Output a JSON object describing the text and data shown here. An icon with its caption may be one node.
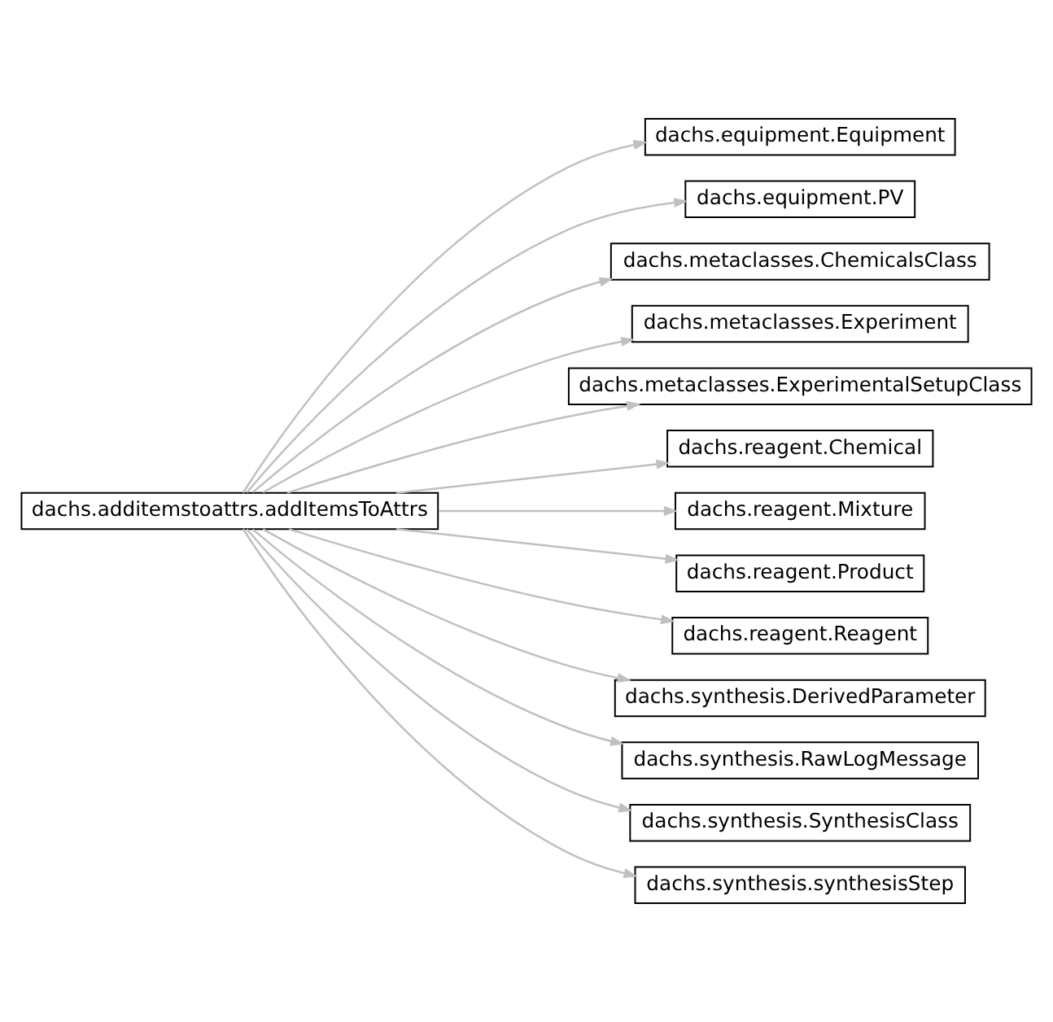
{
  "diagram": {
    "nodes": [
      {
        "text": [
          "dachs.additemstoattrs.addItemsToAttrs"
        ]
      },
      {
        "text": [
          "dachs.equipment.Equipment"
        ]
      },
      {
        "text": [
          "dachs.equipment.PV"
        ]
      },
      {
        "text": [
          "dachs.metaclasses.ChemicalsClass"
        ]
      },
      {
        "text": [
          "dachs.metaclasses.Experiment"
        ]
      },
      {
        "text": [
          "dachs.metaclasses.ExperimentalSetupClass"
        ]
      },
      {
        "text": [
          "dachs.reagent.Chemical"
        ]
      },
      {
        "text": [
          "dachs.reagent.Mixture"
        ]
      },
      {
        "text": [
          "dachs.reagent.Product"
        ]
      },
      {
        "text": [
          "dachs.reagent.Reagent"
        ]
      },
      {
        "text": [
          "dachs.synthesis.DerivedParameter"
        ]
      },
      {
        "text": [
          "dachs.synthesis.RawLogMessage"
        ]
      },
      {
        "text": [
          "dachs.synthesis.SynthesisClass"
        ]
      },
      {
        "text": [
          "dachs.synthesis.synthesisStep"
        ]
      }
    ],
    "edges": [
      {
        "from": 0,
        "to": 1,
        "arrow": "to"
      },
      {
        "from": 0,
        "to": 2,
        "arrow": "to"
      },
      {
        "from": 0,
        "to": 3,
        "arrow": "to"
      },
      {
        "from": 0,
        "to": 4,
        "arrow": "to"
      },
      {
        "from": 0,
        "to": 5,
        "arrow": "to"
      },
      {
        "from": 0,
        "to": 6,
        "arrow": "to"
      },
      {
        "from": 0,
        "to": 7,
        "arrow": "to"
      },
      {
        "from": 0,
        "to": 8,
        "arrow": "to"
      },
      {
        "from": 0,
        "to": 9,
        "arrow": "to"
      },
      {
        "from": 0,
        "to": 10,
        "arrow": "to"
      },
      {
        "from": 0,
        "to": 11,
        "arrow": "to"
      },
      {
        "from": 0,
        "to": 12,
        "arrow": "to"
      },
      {
        "from": 0,
        "to": 13,
        "arrow": "to"
      }
    ]
  }
}
